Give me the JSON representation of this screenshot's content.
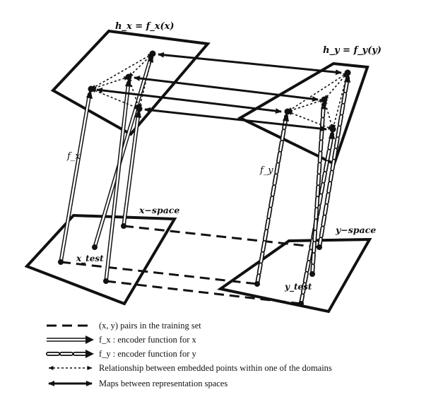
{
  "labels": {
    "hx_label": "h_x = f_x(x)",
    "hy_label": "h_y = f_y(y)",
    "x_space": "x−space",
    "y_space": "y−space",
    "fx": "f_x",
    "fy": "f_y",
    "x_test": "x_test",
    "y_test": "y_test"
  },
  "legend": [
    {
      "key": "pairs",
      "text": "(x, y) pairs in the training set"
    },
    {
      "key": "fx",
      "text": "f_x : encoder function for x"
    },
    {
      "key": "fy",
      "text": "f_y : encoder function for y"
    },
    {
      "key": "relation",
      "text": "Relationship between embedded points within one of the domains"
    },
    {
      "key": "maps",
      "text": "Maps between representation spaces"
    }
  ],
  "colors": {
    "ink": "#111111",
    "paper": "#ffffff"
  }
}
